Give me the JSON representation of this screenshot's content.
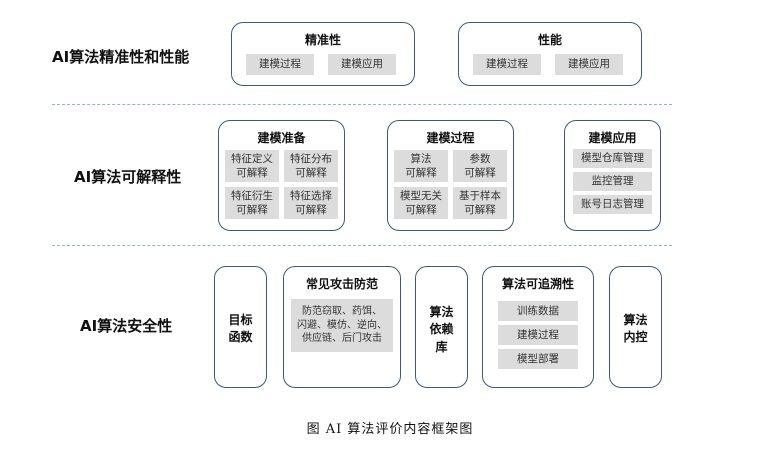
{
  "rows": {
    "accuracy": {
      "label": "AI算法精准性和性能"
    },
    "interpretability": {
      "label": "AI算法可解释性"
    },
    "security": {
      "label": "AI算法安全性"
    }
  },
  "accuracy_row": {
    "accuracy_panel": {
      "title": "精准性",
      "items": [
        "建模过程",
        "建模应用"
      ]
    },
    "performance_panel": {
      "title": "性能",
      "items": [
        "建模过程",
        "建模应用"
      ]
    }
  },
  "interp_row": {
    "prep_panel": {
      "title": "建模准备",
      "items": [
        {
          "line1": "特征定义",
          "line2": "可解释"
        },
        {
          "line1": "特征分布",
          "line2": "可解释"
        },
        {
          "line1": "特征衍生",
          "line2": "可解释"
        },
        {
          "line1": "特征选择",
          "line2": "可解释"
        }
      ]
    },
    "process_panel": {
      "title": "建模过程",
      "items": [
        {
          "line1": "算法",
          "line2": "可解释"
        },
        {
          "line1": "参数",
          "line2": "可解释"
        },
        {
          "line1": "模型无关",
          "line2": "可解释"
        },
        {
          "line1": "基于样本",
          "line2": "可解释"
        }
      ]
    },
    "app_panel": {
      "title": "建模应用",
      "items": [
        "模型仓库管理",
        "监控管理",
        "账号日志管理"
      ]
    }
  },
  "security_row": {
    "objective": {
      "line1": "目标",
      "line2": "函数"
    },
    "attack_panel": {
      "title": "常见攻击防范",
      "content": {
        "line1": "防范窃取、药饵、",
        "line2": "闪避、模仿、逆向、",
        "line3": "供应链、后门攻击"
      }
    },
    "dependency": {
      "line1": "算法",
      "line2": "依赖",
      "line3": "库"
    },
    "trace_panel": {
      "title": "算法可追溯性",
      "items": [
        "训练数据",
        "建模过程",
        "模型部署"
      ]
    },
    "internal": {
      "line1": "算法",
      "line2": "内控"
    }
  },
  "caption": "图   AI 算法评价内容框架图"
}
